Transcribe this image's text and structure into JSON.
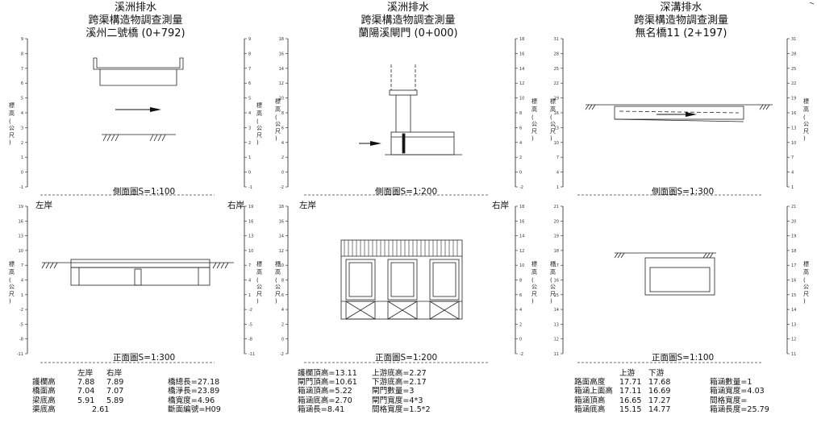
{
  "panels": [
    {
      "title1": "溪洲排水",
      "title2": "跨渠構造物調查測量",
      "title3": "溪州二號橋 (0+792)",
      "side_caption": "側面圖S=1:100",
      "front_caption": "正面圖S=1:300",
      "left_bank": "左岸",
      "right_bank": "右岸",
      "axis_label": [
        "標",
        "高",
        "(",
        "公",
        "尺",
        ")"
      ],
      "side_ticks_left": [
        "9",
        "8",
        "7",
        "6",
        "5",
        "4",
        "3",
        "2",
        "1",
        "0",
        "-1"
      ],
      "front_ticks_left": [
        "19",
        "16",
        "13",
        "10",
        "7",
        "4",
        "1",
        "-2",
        "-5",
        "-8",
        "-11"
      ],
      "stats": {
        "header_left": "左岸",
        "header_right": "右岸",
        "rows": [
          {
            "label": "護欄高",
            "left": "7.88",
            "right": "7.89",
            "extra": "橋總長=27.18"
          },
          {
            "label": "橋面高",
            "left": "7.04",
            "right": "7.07",
            "extra": "橋淨長=23.89"
          },
          {
            "label": "梁底高",
            "left": "5.91",
            "right": "5.89",
            "extra": "橋寬度=4.96"
          },
          {
            "label": "渠底高",
            "left": "2.61",
            "right": "",
            "extra": "斷面編號=H09"
          }
        ]
      }
    },
    {
      "title1": "溪洲排水",
      "title2": "跨渠構造物調查測量",
      "title3": "蘭陽溪閘門 (0+000)",
      "side_caption": "側面圖S=1:200",
      "front_caption": "正面圖S=1:200",
      "left_bank": "左岸",
      "right_bank": "右岸",
      "axis_label": [
        "標",
        "高",
        "(",
        "公",
        "尺",
        ")"
      ],
      "side_ticks_left": [
        "18",
        "16",
        "14",
        "12",
        "10",
        "8",
        "6",
        "4",
        "2",
        "0",
        "-2"
      ],
      "front_ticks_left": [
        "18",
        "16",
        "14",
        "12",
        "10",
        "8",
        "6",
        "4",
        "2",
        "0",
        "-2"
      ],
      "stats": {
        "rows": [
          {
            "a": "護欄頂高=13.11",
            "b": "上游底高=2.27"
          },
          {
            "a": "閘門頂高=10.61",
            "b": "下游底高=2.17"
          },
          {
            "a": "箱涵頂高=5.22",
            "b": "閘門數量=3"
          },
          {
            "a": "箱涵底高=2.70",
            "b": "閘門寬度=4*3"
          },
          {
            "a": "箱涵長=8.41",
            "b": "間格寬度=1.5*2"
          }
        ]
      }
    },
    {
      "title1": "深溝排水",
      "title2": "跨渠構造物調查測量",
      "title3": "無名橋11 (2+197)",
      "side_caption": "側面圖S=1:300",
      "front_caption": "正面圖S=1:100",
      "axis_label": [
        "標",
        "高",
        "(",
        "公",
        "尺",
        ")"
      ],
      "side_ticks_left": [
        "31",
        "28",
        "25",
        "22",
        "19",
        "16",
        "13",
        "10",
        "7",
        "4",
        "1"
      ],
      "front_ticks_left": [
        "21",
        "20",
        "19",
        "18",
        "17",
        "16",
        "15",
        "14",
        "13",
        "12",
        "11"
      ],
      "stats": {
        "header_up": "上游",
        "header_down": "下游",
        "rows": [
          {
            "label": "路面高度",
            "up": "17.71",
            "down": "17.68",
            "extra": "箱涵數量=1"
          },
          {
            "label": "箱涵上面高",
            "up": "17.11",
            "down": "16.69",
            "extra": "箱涵寬度=4.03"
          },
          {
            "label": "箱涵頂高",
            "up": "16.65",
            "down": "17.27",
            "extra": "間格寬度="
          },
          {
            "label": "箱涵底高",
            "up": "15.15",
            "down": "14.77",
            "extra": "箱涵長度=25.79"
          }
        ]
      }
    }
  ]
}
